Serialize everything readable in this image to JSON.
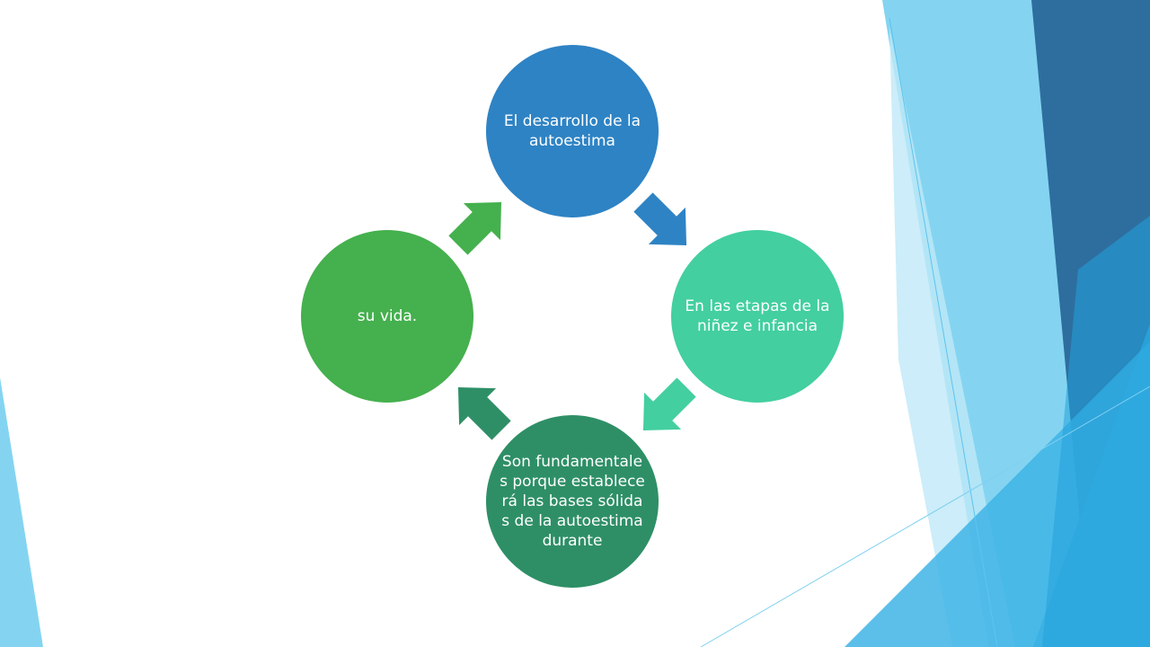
{
  "colors": {
    "blue": "#2E83C4",
    "teal": "#43CFA0",
    "dark_green": "#2E8F66",
    "green": "#45B04E",
    "deco_light": "#84D4F1",
    "deco_mid": "#3EB4E6",
    "deco_dark": "#2E6E9F"
  },
  "diagram": {
    "nodes": [
      {
        "id": "top",
        "label": "El desarrollo de la autoestima",
        "color": "#2E83C4"
      },
      {
        "id": "right",
        "label": "En las etapas de la niñez e infancia",
        "color": "#43CFA0"
      },
      {
        "id": "bottom",
        "label": "Son fundamentales porque establecerá las bases sólidas de la autoestima durante",
        "color": "#2E8F66"
      },
      {
        "id": "left",
        "label": "su vida.",
        "color": "#45B04E"
      }
    ],
    "edges": [
      {
        "from": "top",
        "to": "right",
        "color": "#2E83C4"
      },
      {
        "from": "right",
        "to": "bottom",
        "color": "#43CFA0"
      },
      {
        "from": "bottom",
        "to": "left",
        "color": "#2E8F66"
      },
      {
        "from": "left",
        "to": "top",
        "color": "#45B04E"
      }
    ]
  }
}
